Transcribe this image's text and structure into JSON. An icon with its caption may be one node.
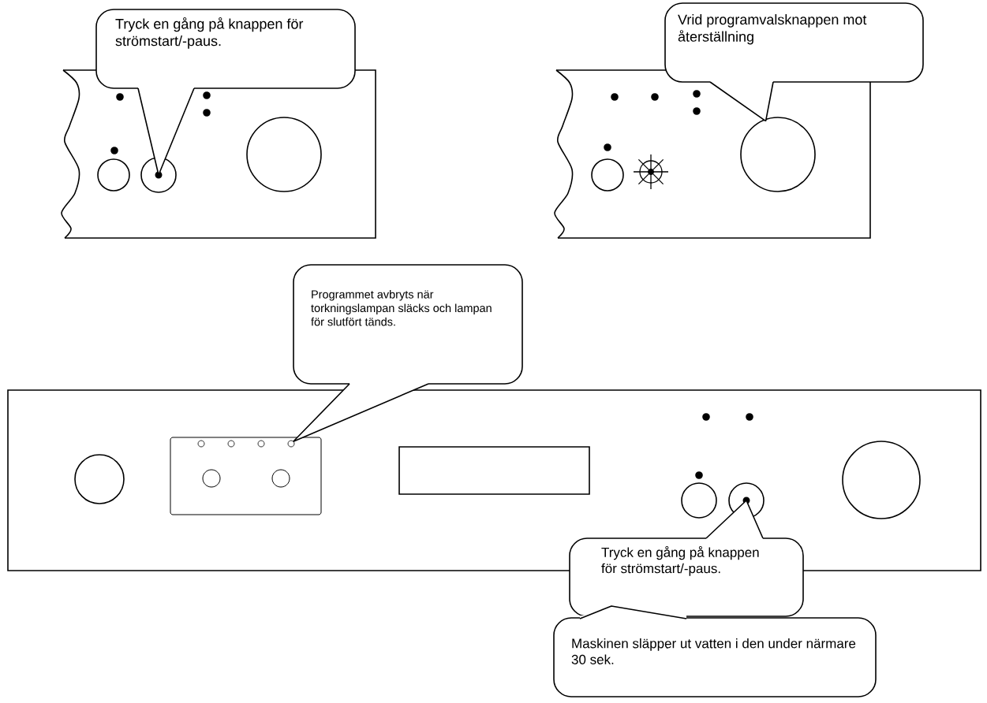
{
  "diagram": {
    "nodes": [
      {
        "text": [
          "Tryck en gång på knappen för strömstart/-paus."
        ]
      },
      {
        "text": [],
        "shape": "circle"
      },
      {
        "text": [
          "Vrid programvalsknappen mot återställning"
        ]
      },
      {
        "text": [],
        "shape": "circle"
      },
      {
        "text": [
          "Programmet avbryts när torkningslampan släcks och lampan för slutfört tänds."
        ]
      },
      {
        "text": [],
        "shape": "circle"
      },
      {
        "text": [
          "Tryck en gång på knappen för strömstart/-paus."
        ]
      },
      {
        "text": [],
        "shape": "circle"
      },
      {
        "text": [
          "Maskinen släpper ut vatten i den under närmare 30 sek."
        ]
      }
    ],
    "edges": [
      {
        "from": 0,
        "to": 1,
        "arrow": "none"
      },
      {
        "from": 2,
        "to": 3,
        "arrow": "none"
      },
      {
        "from": 4,
        "to": 5,
        "arrow": "none"
      },
      {
        "from": 6,
        "to": 7,
        "arrow": "none"
      }
    ]
  }
}
